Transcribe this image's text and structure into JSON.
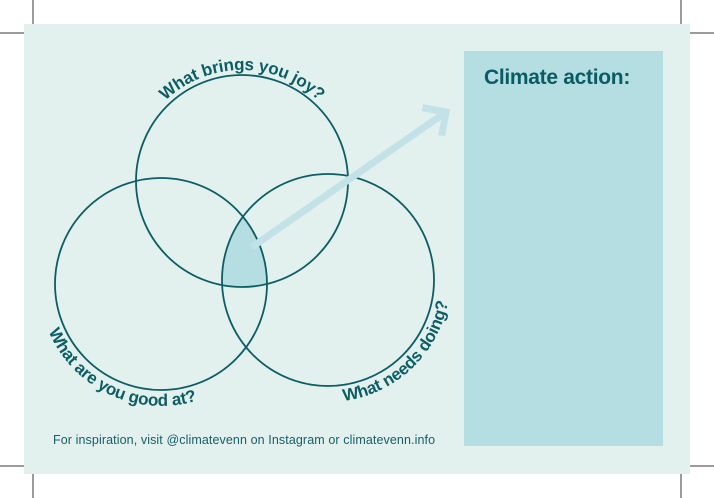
{
  "palette": {
    "page_background": "#ffffff",
    "card_background": "#e2f0ee",
    "accent_light": "#b5dee2",
    "arrow_color": "#c3e2e7",
    "ink": "#0d5e64",
    "crop_mark_gray": "#9b9b9b"
  },
  "venn": {
    "circles": [
      {
        "label": "What brings you joy?"
      },
      {
        "label": "What are you good at?"
      },
      {
        "label": "What needs doing?"
      }
    ]
  },
  "action_panel": {
    "title": "Climate action:"
  },
  "footer": {
    "note": "For inspiration, visit @climatevenn on Instagram or climatevenn.info"
  }
}
